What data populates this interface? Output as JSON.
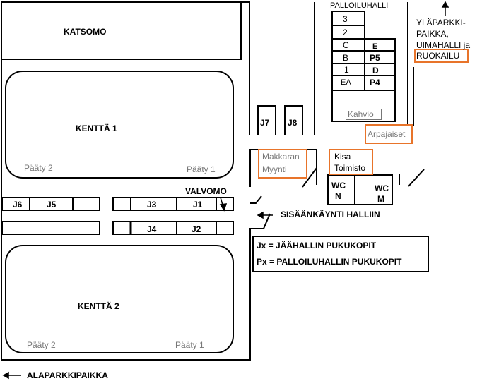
{
  "areas": {
    "katsomo": "KATSOMO",
    "kentta1": "KENTTÄ 1",
    "kentta2": "KENTTÄ 2",
    "paaty1": "Pääty 1",
    "paaty2": "Pääty 2",
    "palloiluhalli": "PALLOILUHALLI",
    "valvomo": "VALVOMO",
    "kahvio": "Kahvio",
    "arpajaiset": "Arpajaiset",
    "makkaran": "Makkaran",
    "myynti": "Myynti",
    "kisa": "Kisa",
    "toimisto": "Toimisto",
    "wc": "WC",
    "wc_n": "N",
    "wc_m": "M"
  },
  "locker_rooms": {
    "ice_hall": [
      "J1",
      "J2",
      "J3",
      "J4",
      "J5",
      "J6",
      "J7",
      "J8"
    ],
    "ball_hall_left": [
      "3",
      "2",
      "C",
      "B",
      "1",
      "EA"
    ],
    "ball_hall_right": [
      "E",
      "P5",
      "D",
      "P4"
    ]
  },
  "directions": {
    "upper_parking_lines": [
      "YLÄPARKKI-",
      "PAIKKA,",
      "UIMAHALLI ja",
      "RUOKAILU"
    ],
    "entrance": "SISÄÄNKÄYNTI HALLIIN",
    "lower_parking": "ALAPARKKIPAIKKA"
  },
  "legend": {
    "jx": "Jx = JÄÄHALLIN PUKUKOPIT",
    "px": "Px = PALLOILUHALLIN PUKUKOPIT"
  },
  "colors": {
    "highlight": "#e8742a",
    "line": "#000000",
    "secondary_text": "#777777"
  }
}
